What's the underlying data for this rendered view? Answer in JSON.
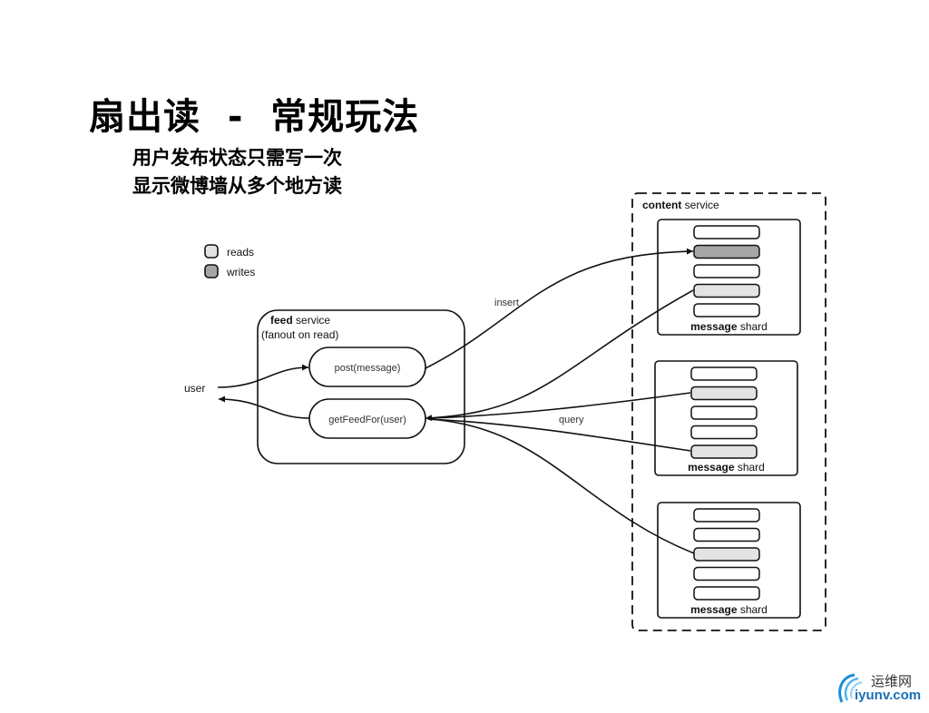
{
  "slide": {
    "title": "扇出读  -  常规玩法",
    "subtitle_lines": [
      "用户发布状态只需写一次",
      "显示微博墙从多个地方读"
    ]
  },
  "legend": {
    "items": [
      {
        "label": "reads",
        "color": "#e3e3e3"
      },
      {
        "label": "writes",
        "color": "#a6a6a6"
      }
    ]
  },
  "feed_service": {
    "name_bold": "feed",
    "name_rest": " service",
    "subtitle": "(fanout on read)",
    "methods": [
      "post(message)",
      "getFeedFor(user)"
    ]
  },
  "actor": {
    "label": "user"
  },
  "edges": {
    "insert_label": "insert",
    "query_label": "query"
  },
  "content_service": {
    "name_bold": "content",
    "name_rest": " service",
    "shards": [
      {
        "label_bold": "message",
        "label_rest": " shard",
        "rows": [
          "empty",
          "write",
          "empty",
          "read",
          "empty"
        ]
      },
      {
        "label_bold": "message",
        "label_rest": " shard",
        "rows": [
          "empty",
          "read",
          "empty",
          "empty",
          "read"
        ]
      },
      {
        "label_bold": "message",
        "label_rest": " shard",
        "rows": [
          "empty",
          "empty",
          "read",
          "empty",
          "empty"
        ]
      }
    ]
  },
  "colors": {
    "read_fill": "#e3e3e3",
    "write_fill": "#a6a6a6",
    "empty_fill": "#ffffff",
    "stroke": "#111111"
  },
  "watermark": {
    "cn": "运维网",
    "en": "iyunv.com",
    "color": "#1a6fb5"
  }
}
